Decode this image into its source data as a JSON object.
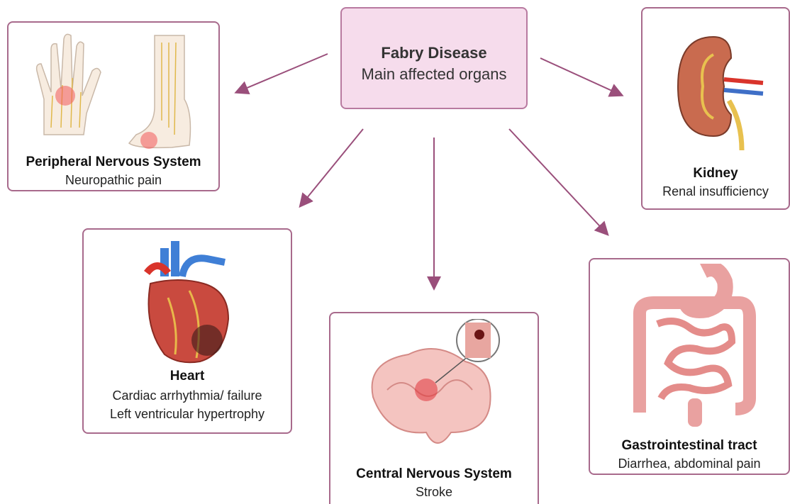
{
  "center": {
    "title": "Fabry Disease",
    "subtitle": "Main affected organs"
  },
  "organs": {
    "pns": {
      "title": "Peripheral Nervous System",
      "subtitle": "Neuropathic pain"
    },
    "kidney": {
      "title": "Kidney",
      "subtitle": "Renal insufficiency"
    },
    "heart": {
      "title": "Heart",
      "line1": "Cardiac arrhythmia/ failure",
      "line2": "Left ventricular hypertrophy"
    },
    "cns": {
      "title": "Central Nervous System",
      "subtitle": "Stroke"
    },
    "gi": {
      "title": "Gastrointestinal tract",
      "subtitle": "Diarrhea, abdominal pain"
    }
  },
  "colors": {
    "arrow": "#9a4f7b",
    "border": "#a86a8c",
    "center_fill": "#f6dcec"
  }
}
